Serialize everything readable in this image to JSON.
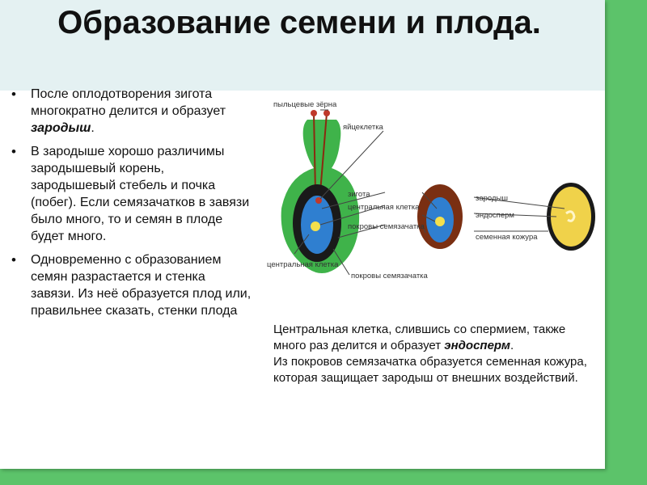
{
  "title": "Образование семени и плода.",
  "left_bullets": [
    {
      "pre": "После оплодотворения зигота многократно делится и образует ",
      "em": "зародыш",
      "post": "."
    },
    {
      "pre": "В зародыше хорошо различимы зародышевый корень, зародышевый стебель и почка (побег). Если семязачатков в завязи было много, то и семян в плоде будет много.",
      "em": "",
      "post": ""
    },
    {
      "pre": "Одновременно с образованием семян разрастается и стенка завязи. Из неё образуется плод или, правильнее сказать, стенки плода",
      "em": "",
      "post": ""
    }
  ],
  "diagram": {
    "labels": {
      "pollen": "пыльцевые зёрна",
      "egg": "яйцеклетка",
      "zygote": "зигота",
      "central_cell": "центральная клетка",
      "integuments": "покровы семязачатка",
      "embryo": "зародыш",
      "endosperm": "эндосперм",
      "seed_coat": "семенная кожура",
      "central_cell_bottom": "центральная клетка",
      "integuments_bottom": "покровы семязачатка"
    },
    "colors": {
      "ovary": "#3fb34a",
      "coat": "#7a2f12",
      "embryo_sac": "#2f7fd0",
      "seed": "#f0d24a"
    }
  },
  "right_text": {
    "p1_pre": "Центральная клетка, слившись со спермием, также много раз делится и образует ",
    "p1_em": "эндосперм",
    "p1_post": ".",
    "p2": "Из покровов семязачатка образуется семенная кожура, которая защищает зародыш от внешних воздействий."
  }
}
